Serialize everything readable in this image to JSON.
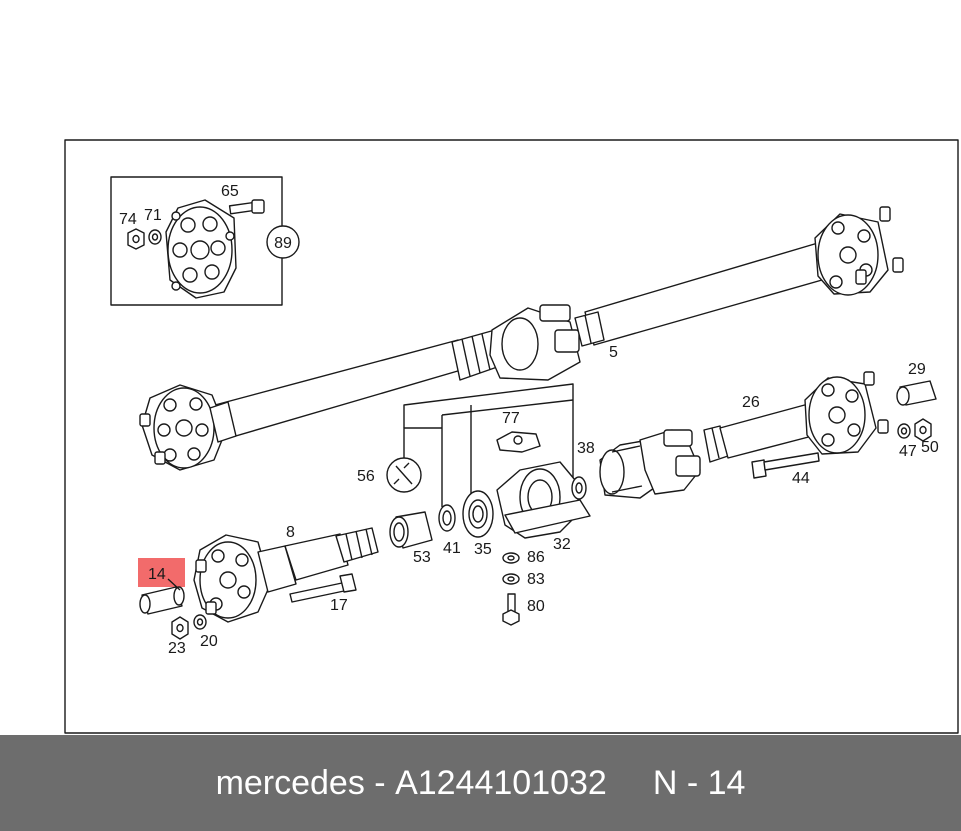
{
  "callouts": {
    "c5": "5",
    "c8": "8",
    "c14": "14",
    "c17": "17",
    "c20": "20",
    "c23": "23",
    "c26": "26",
    "c29": "29",
    "c32": "32",
    "c35": "35",
    "c38": "38",
    "c41": "41",
    "c44": "44",
    "c47": "47",
    "c50": "50",
    "c53": "53",
    "c56": "56",
    "c65": "65",
    "c71": "71",
    "c74": "74",
    "c77": "77",
    "c80": "80",
    "c83": "83",
    "c86": "86",
    "c89": "89"
  },
  "highlight": {
    "part": "14",
    "color": "#f26b6b"
  },
  "footer": {
    "brand": "mercedes",
    "separator": " - ",
    "part_number": "A1244101032",
    "ref": "N - 14"
  },
  "colors": {
    "footer_bg": "#6d6d6d",
    "footer_text": "#ffffff",
    "line": "#1a1a1a"
  }
}
